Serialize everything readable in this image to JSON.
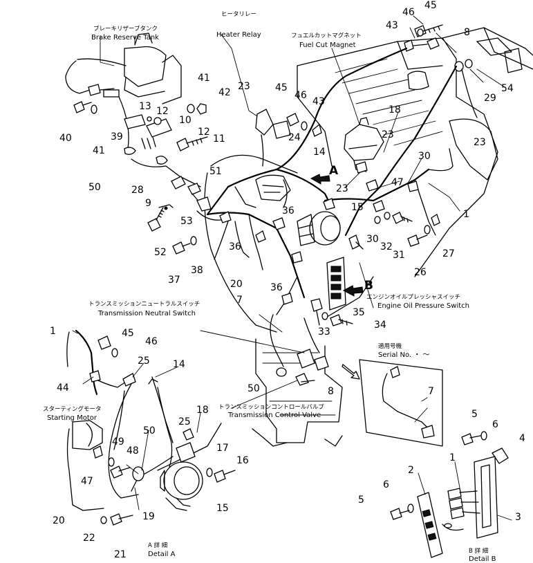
{
  "labels": {
    "brake_reserve_tank_jp": "ブレーキリザーブタンク",
    "brake_reserve_tank": "Brake Reserve Tank",
    "heater_relay_jp": "ヒータリレー",
    "heater_relay": "Heater Relay",
    "fuel_cut_magnet_jp": "フュエルカットマグネット",
    "fuel_cut_magnet": "Fuel Cut Magnet",
    "engine_oil_pressure_switch_jp": "エンジンオイルプレッシャスイッチ",
    "engine_oil_pressure_switch": "Engine Oil Pressure Switch",
    "transmission_neutral_switch_jp": "トランスミッションニュートラルスイッチ",
    "transmission_neutral_switch": "Transmission Neutral Switch",
    "starting_motor_jp": "スターティングモータ",
    "starting_motor": "Starting Motor",
    "transmission_control_valve_jp": "トランスミッションコントロールバルブ",
    "transmission_control_valve": "Transmission Control Valve",
    "serial_no_jp": "適用号機",
    "serial_no": "Serial No.   ・  ～",
    "detail_a_jp": "A 詳 細",
    "detail_a": "Detail A",
    "detail_b_jp": "B 詳 細",
    "detail_b": "Detail B",
    "view_a": "A",
    "view_b": "B"
  },
  "callouts": {
    "n45a": "45",
    "n46a": "46",
    "n43a": "43",
    "n8a": "8",
    "n29": "29",
    "n54": "54",
    "n41a": "41",
    "n42": "42",
    "n40": "40",
    "n41b": "41",
    "n39": "39",
    "n13": "13",
    "n12a": "12",
    "n10": "10",
    "n12b": "12",
    "n11": "11",
    "n50a": "50",
    "n28": "28",
    "n9": "9",
    "n51": "51",
    "n53": "53",
    "n52": "52",
    "n23a": "23",
    "n45b": "45",
    "n46b": "46",
    "n43b": "43",
    "n24": "24",
    "n14a": "14",
    "n23b": "23",
    "n18a": "18",
    "n30a": "30",
    "n23c": "23",
    "n23d": "23",
    "n47a": "47",
    "n1a": "1",
    "n36a": "36",
    "n36b": "36",
    "n15a": "15",
    "n36c": "36",
    "n38": "38",
    "n37": "37",
    "n20a": "20",
    "n30b": "30",
    "n32": "32",
    "n31": "31",
    "n26": "26",
    "n27": "27",
    "n7a": "7",
    "n35": "35",
    "n34": "34",
    "n33": "33",
    "n50b": "50",
    "n8b": "8",
    "n7b": "7",
    "n1b": "1",
    "n45c": "45",
    "n46c": "46",
    "n44": "44",
    "n25a": "25",
    "n14b": "14",
    "n18b": "18",
    "n25b": "25",
    "n50c": "50",
    "n49": "49",
    "n48": "48",
    "n47b": "47",
    "n17": "17",
    "n16": "16",
    "n15b": "15",
    "n19": "19",
    "n20b": "20",
    "n22": "22",
    "n21": "21",
    "n5a": "5",
    "n6a": "6",
    "n4": "4",
    "n1c": "1",
    "n2": "2",
    "n6b": "6",
    "n5b": "5",
    "n3": "3"
  }
}
